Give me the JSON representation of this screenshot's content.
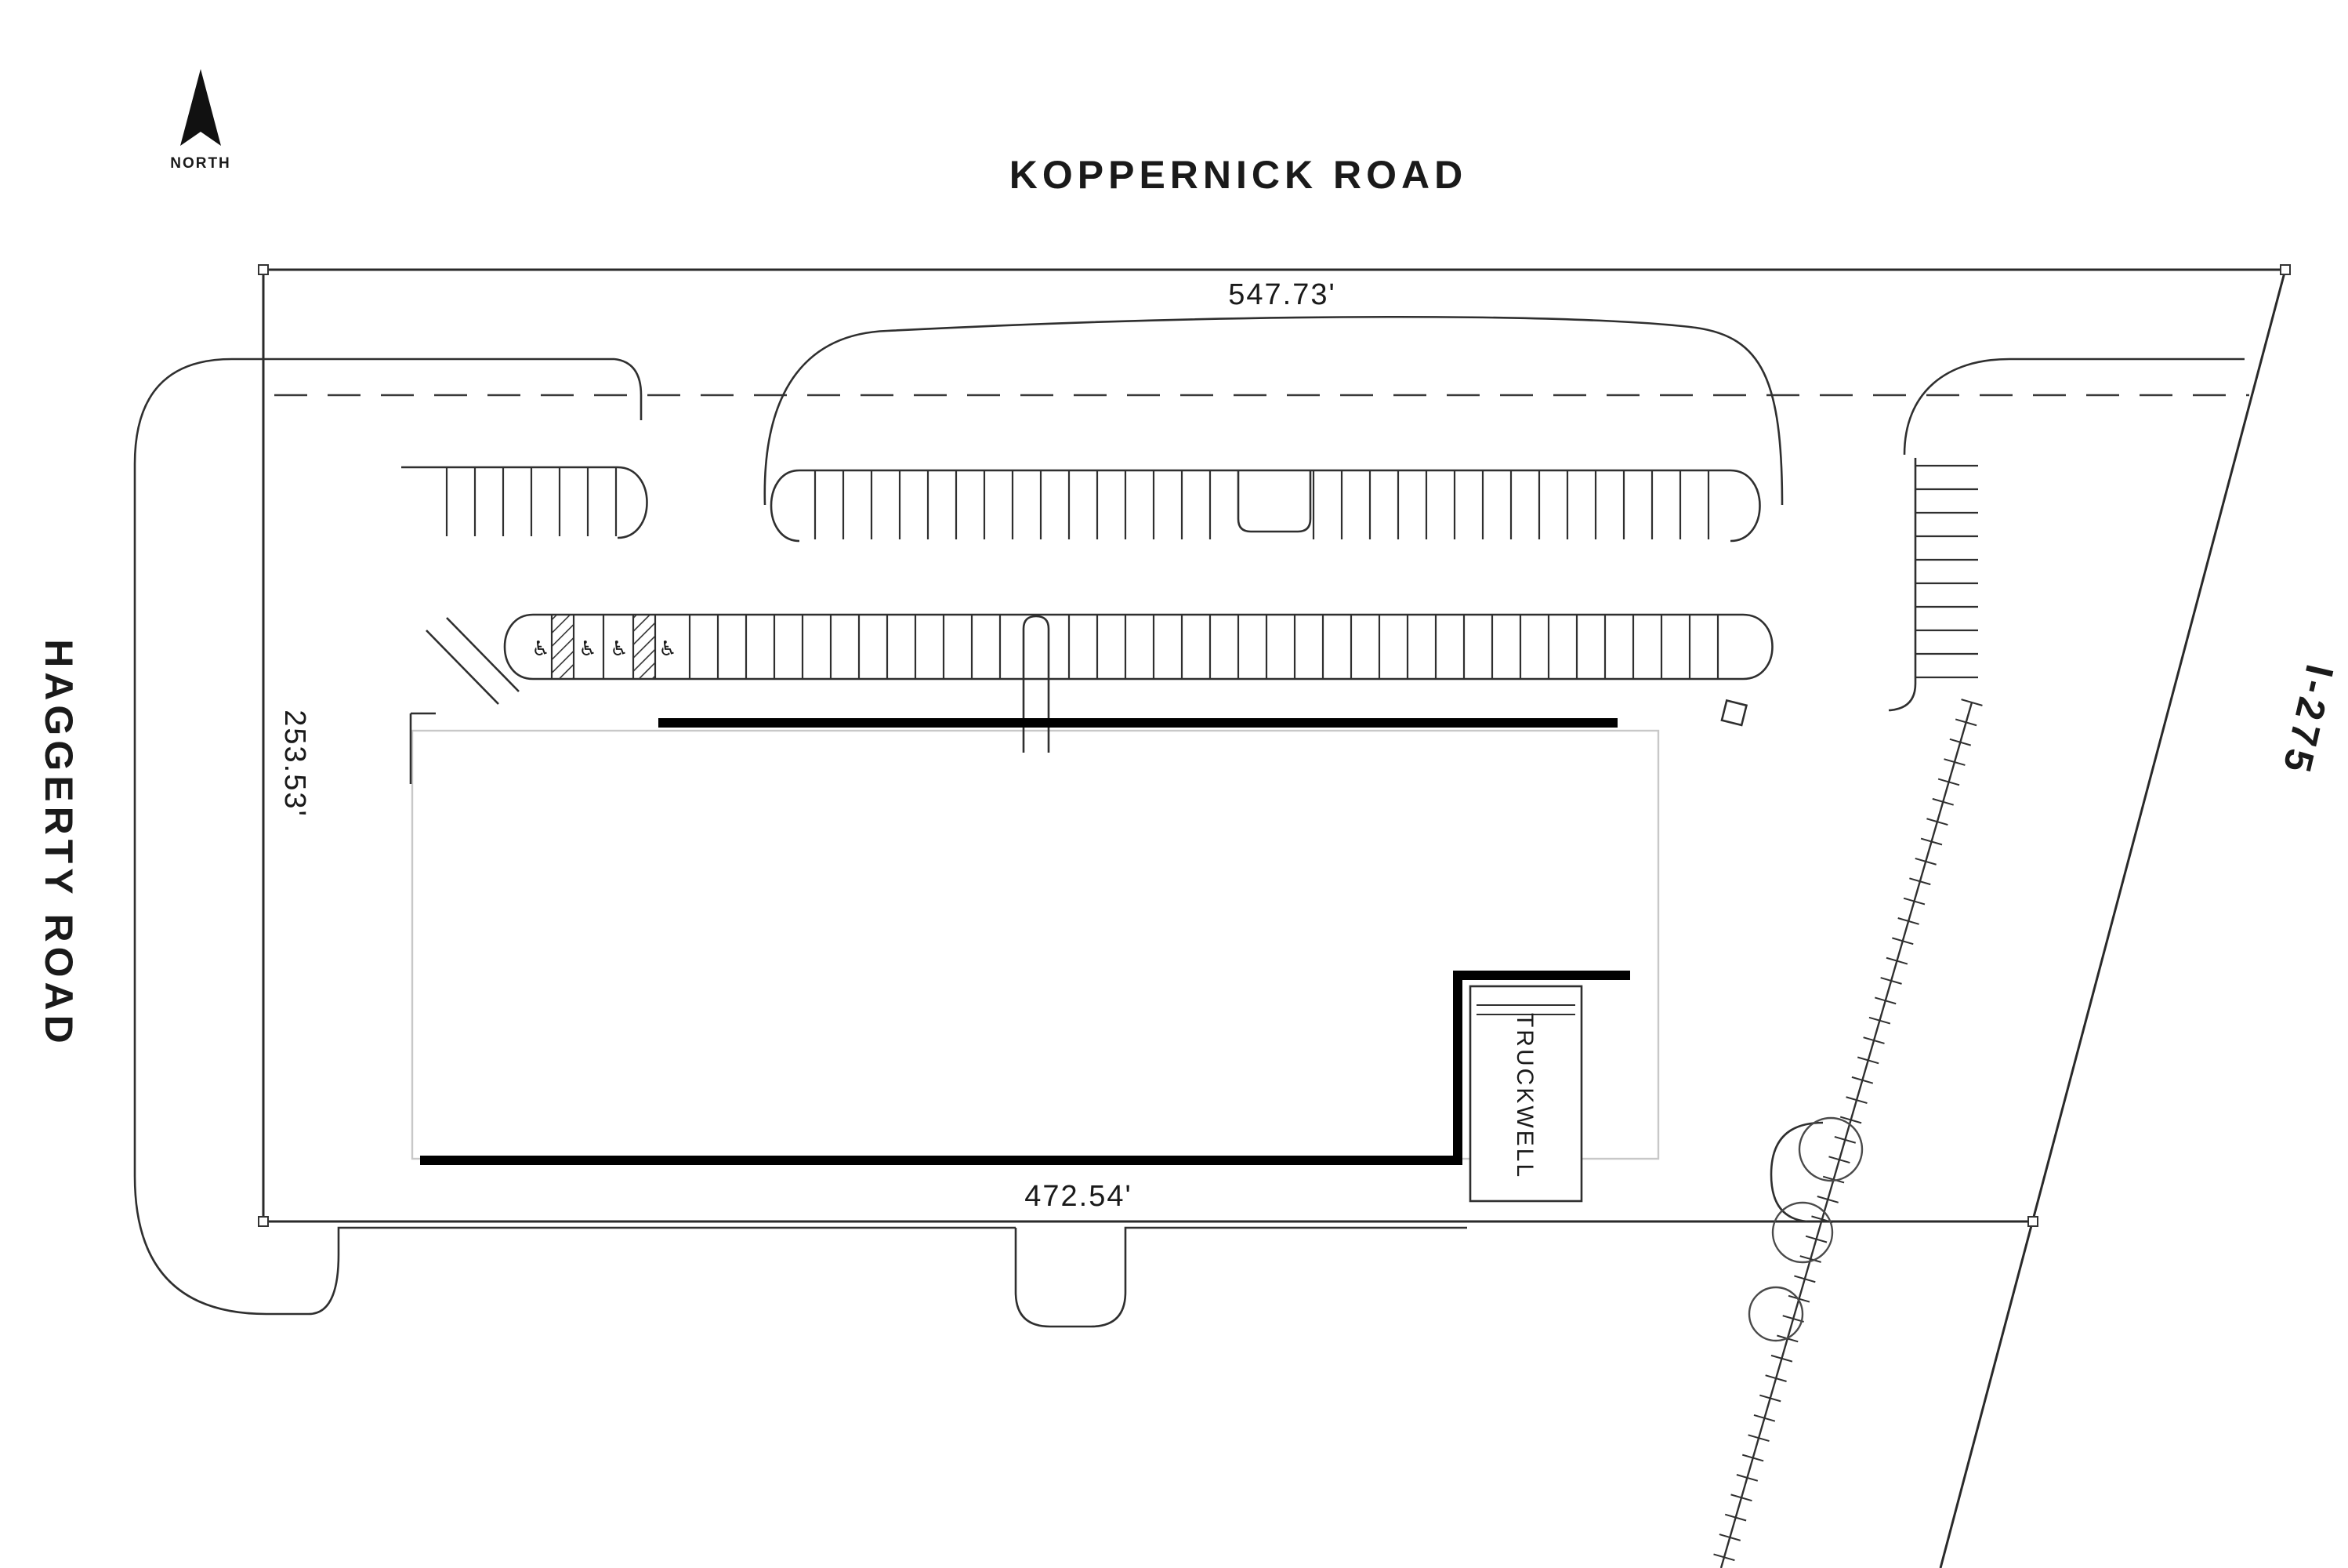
{
  "drawing": {
    "north_label": "NORTH",
    "roads": {
      "top": "KOPPERNICK ROAD",
      "left": "HAGGERTY ROAD",
      "right": "I-275"
    },
    "dimensions": {
      "top": "547.73'",
      "left": "253.53'",
      "bottom": "472.54'"
    },
    "building": {
      "truckwell_label": "TRUCKWELL"
    },
    "colors": {
      "ink": "#1a1a1a",
      "line": "#2f2f2f",
      "light_line": "#c8c8c8"
    }
  }
}
